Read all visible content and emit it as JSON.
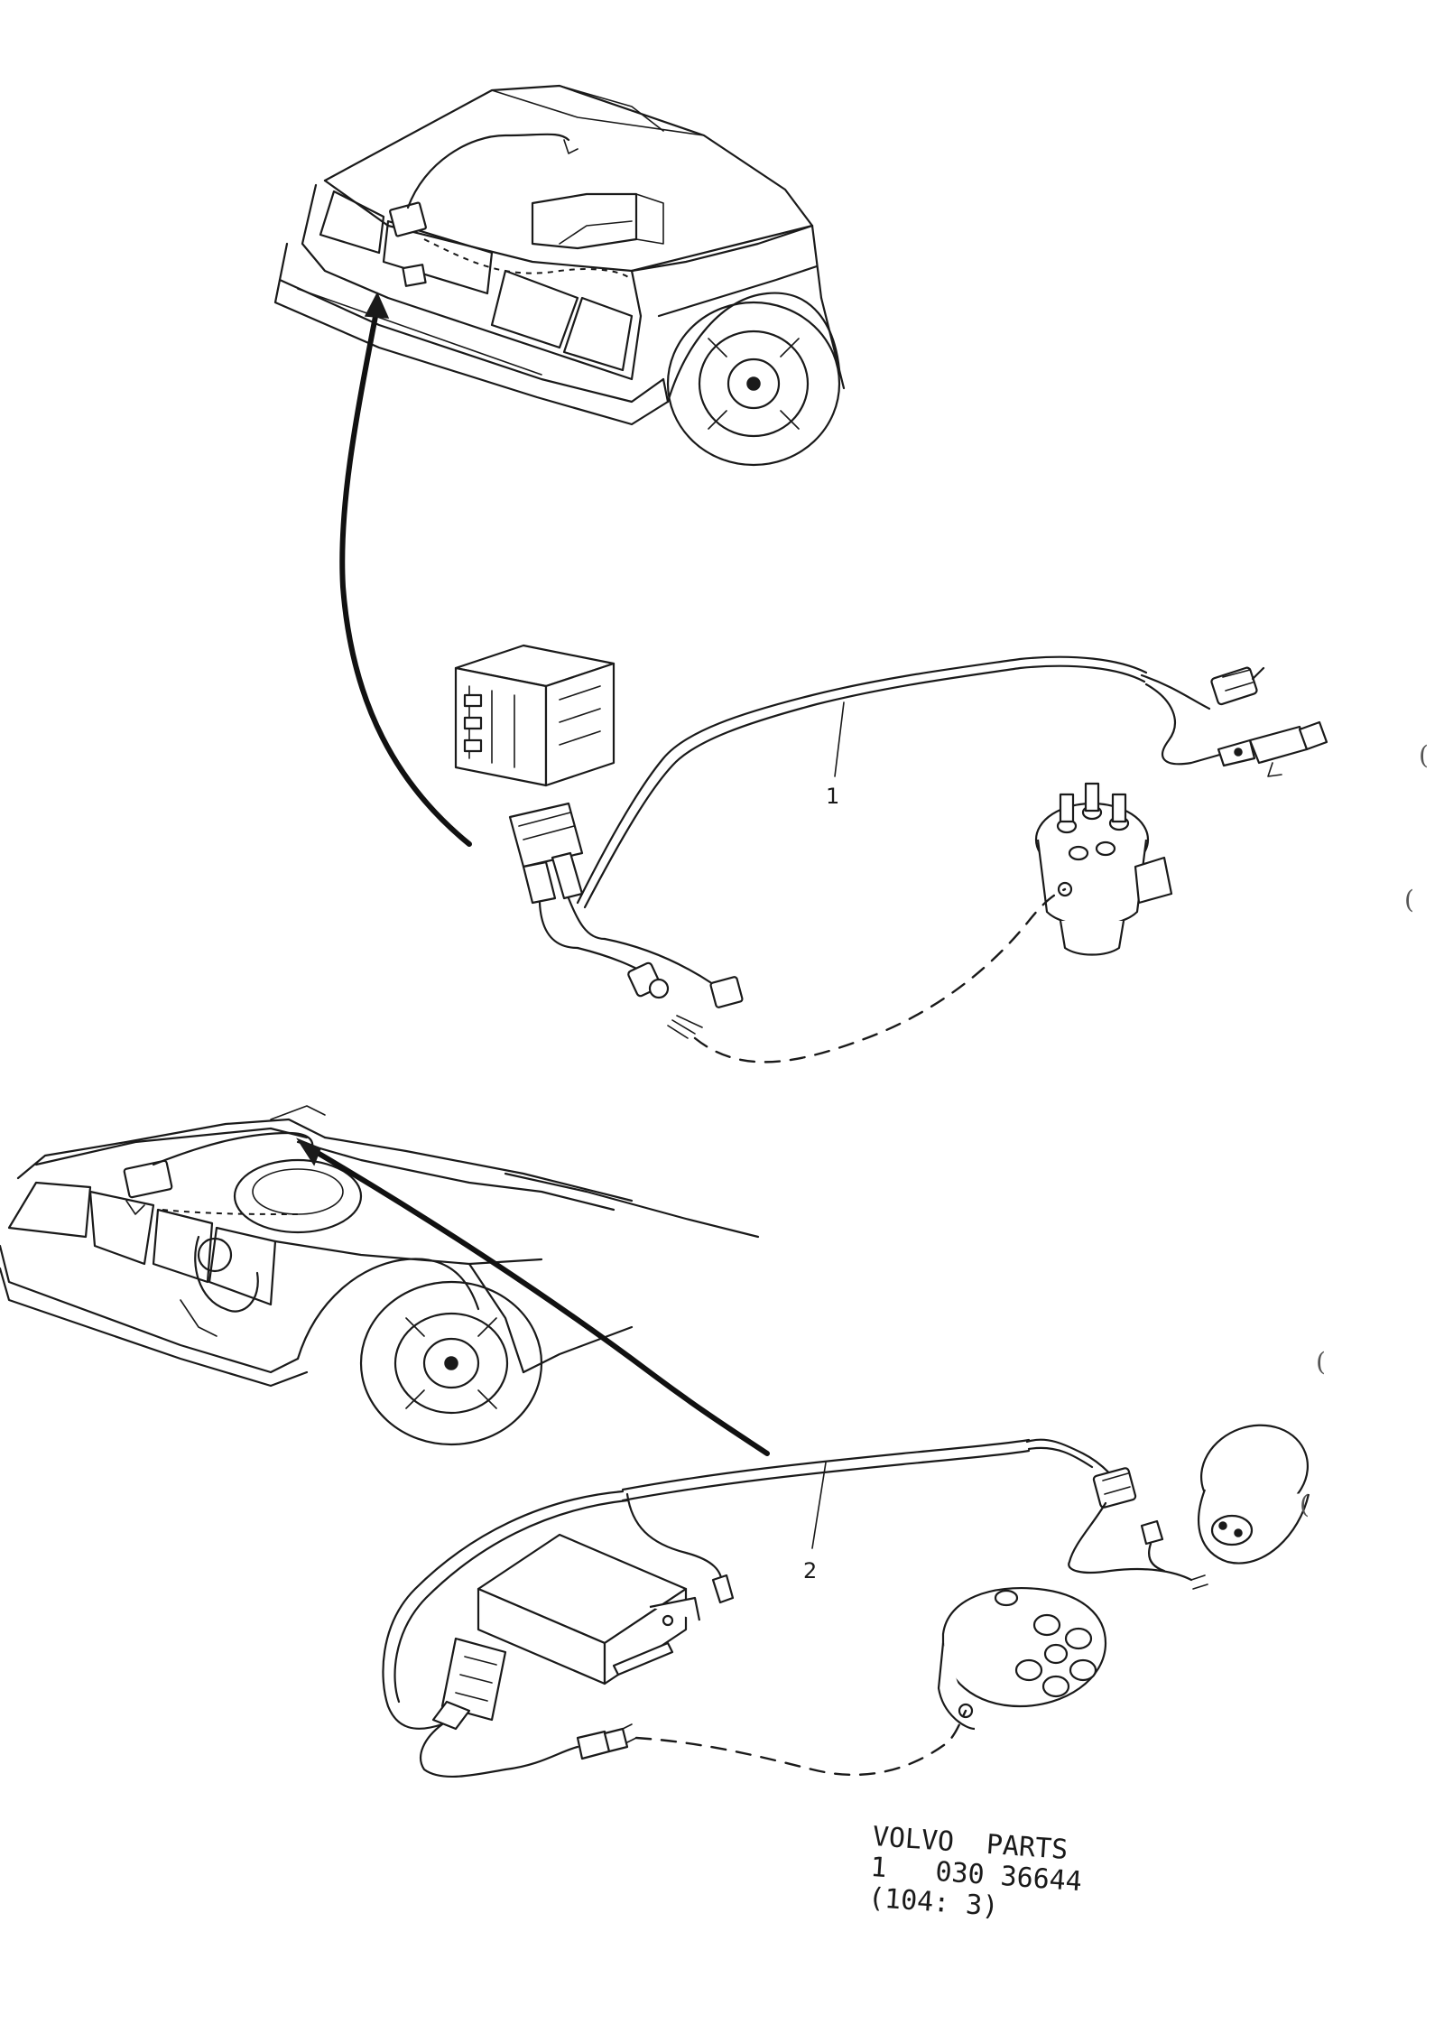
{
  "diagram": {
    "callouts": [
      {
        "id": "harness-1",
        "label": "1"
      },
      {
        "id": "harness-2",
        "label": "2"
      }
    ],
    "stamp": {
      "line1": "VOLVO  PARTS",
      "line2": "1   030 36644",
      "line3": "(104: 3)"
    },
    "margin_marks": [
      "(",
      "(",
      "(",
      "("
    ],
    "colors": {
      "ink": "#1a1a1a",
      "paper": "#ffffff"
    }
  }
}
